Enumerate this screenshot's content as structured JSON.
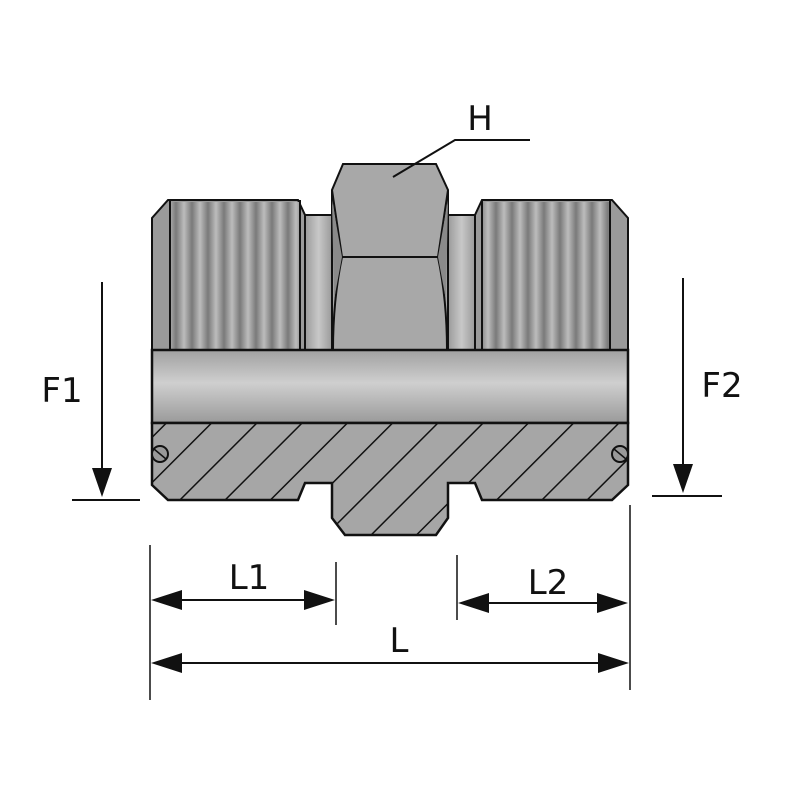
{
  "labels": {
    "hex": "H",
    "port1_diameter": "F1",
    "port2_diameter": "F2",
    "length1": "L1",
    "length2": "L2",
    "total_length": "L"
  },
  "colors": {
    "body": "#a8a8a8",
    "thread_dark": "#7e7e7e",
    "thread_light": "#b8b8b8",
    "bore": "#c4c4c4",
    "outline": "#111111"
  }
}
